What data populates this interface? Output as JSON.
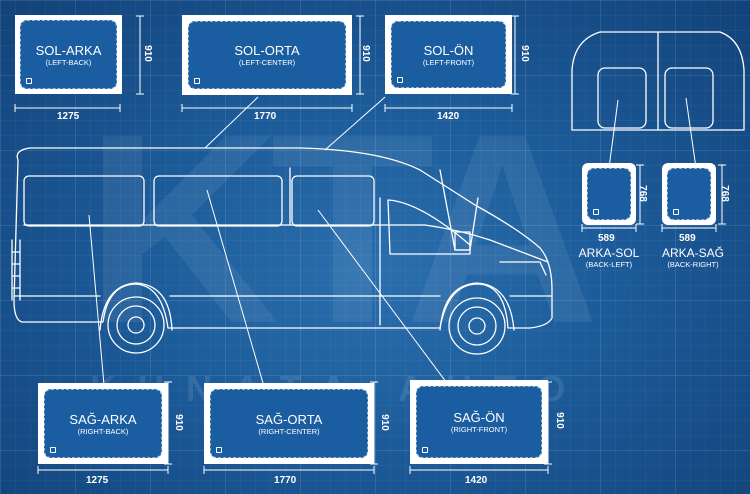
{
  "watermark": {
    "brand": "KUNATA AUTO",
    "logo": "KTA"
  },
  "windows": {
    "sol_arka": {
      "title": "SOL-ARKA",
      "subtitle": "(LEFT-BACK)",
      "width": "1275",
      "height": "910"
    },
    "sol_orta": {
      "title": "SOL-ORTA",
      "subtitle": "(LEFT-CENTER)",
      "width": "1770",
      "height": "910"
    },
    "sol_on": {
      "title": "SOL-ÖN",
      "subtitle": "(LEFT-FRONT)",
      "width": "1420",
      "height": "910"
    },
    "sag_arka": {
      "title": "SAĞ-ARKA",
      "subtitle": "(RIGHT-BACK)",
      "width": "1275",
      "height": "910"
    },
    "sag_orta": {
      "title": "SAĞ-ORTA",
      "subtitle": "(RIGHT-CENTER)",
      "width": "1770",
      "height": "910"
    },
    "sag_on": {
      "title": "SAĞ-ÖN",
      "subtitle": "(RIGHT-FRONT)",
      "width": "1420",
      "height": "910"
    },
    "arka_sol": {
      "title": "ARKA-SOL",
      "subtitle": "(BACK-LEFT)",
      "width": "589",
      "height": "768"
    },
    "arka_sag": {
      "title": "ARKA-SAĞ",
      "subtitle": "(BACK-RIGHT)",
      "width": "589",
      "height": "768"
    }
  },
  "colors": {
    "background": "#1c5b99",
    "line": "#ffffff",
    "glass": "#1a5ea1"
  }
}
